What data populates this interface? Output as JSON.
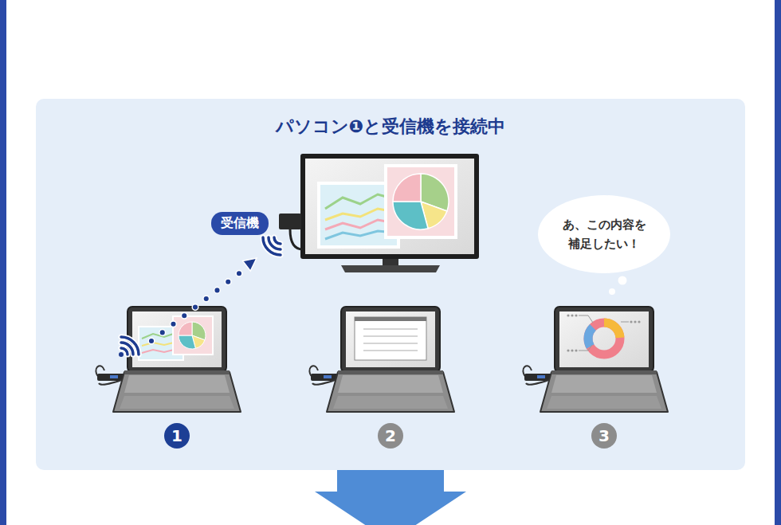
{
  "diagram": {
    "title": "パソコン❶と受信機を接続中",
    "nodes": [
      {
        "text": [
          "受信機"
        ]
      },
      {
        "text": [
          "あ、この内容を 補足したい！"
        ]
      },
      {
        "text": [
          "1"
        ]
      },
      {
        "text": [
          "2"
        ]
      },
      {
        "text": [
          "3"
        ]
      }
    ]
  }
}
